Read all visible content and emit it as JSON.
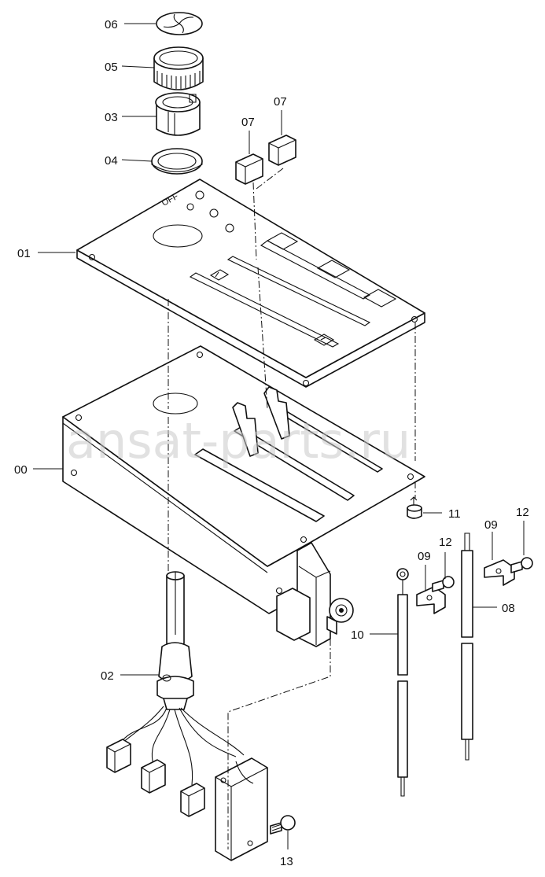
{
  "watermark": "ansat-parts.ru",
  "panel_text": "OFF",
  "labels": {
    "p00": "00",
    "p01": "01",
    "p02": "02",
    "p03": "03",
    "p04": "04",
    "p05": "05",
    "p06": "06",
    "p07a": "07",
    "p07b": "07",
    "p08": "08",
    "p09a": "09",
    "p09b": "09",
    "p10": "10",
    "p11": "11",
    "p12a": "12",
    "p12b": "12",
    "p13": "13"
  }
}
